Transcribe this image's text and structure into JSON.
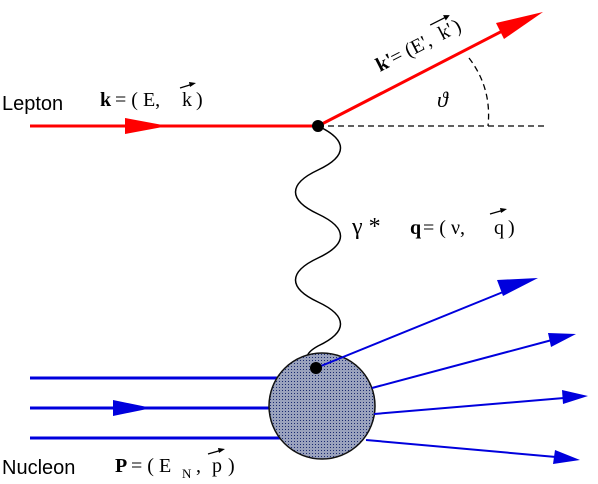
{
  "labels": {
    "lepton": "Lepton",
    "nucleon": "Nucleon",
    "angle": "ϑ",
    "photon": "γ *"
  },
  "lepton_in": {
    "symbol": "k",
    "eq": "= ( E,",
    "vec": "k",
    "close": ")"
  },
  "lepton_out": {
    "symbol": "k'",
    "eq": "= (E', ",
    "vec": "k'",
    "close": ")"
  },
  "photon_momentum": {
    "symbol": "q",
    "eq": "= ( ν,",
    "vec": "q",
    "close": ")"
  },
  "nucleon_momentum": {
    "symbol": "P",
    "eq": "= ( E",
    "sub": "N",
    "comma": ",",
    "vec": "p",
    "close": ")"
  },
  "colors": {
    "lepton": "#ff0000",
    "nucleon": "#0000dd",
    "blob_fill": "#8a93b0",
    "line": "#000000"
  }
}
